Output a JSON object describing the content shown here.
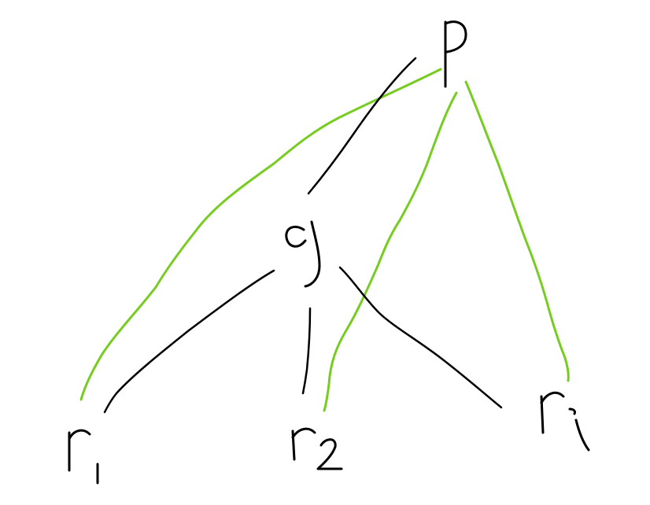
{
  "diagram": {
    "type": "handwritten-tree",
    "colors": {
      "background": "#ffffff",
      "tree_edge": "#000000",
      "highlight_edge": "#77cc22"
    },
    "nodes": [
      {
        "id": "p",
        "label": "P"
      },
      {
        "id": "q",
        "label": "q"
      },
      {
        "id": "r1",
        "label": "r1"
      },
      {
        "id": "r2",
        "label": "r2"
      },
      {
        "id": "ri",
        "label": "ri"
      }
    ],
    "edges": [
      {
        "from": "p",
        "to": "q",
        "color": "black"
      },
      {
        "from": "q",
        "to": "r1",
        "color": "black"
      },
      {
        "from": "q",
        "to": "r2",
        "color": "black"
      },
      {
        "from": "q",
        "to": "ri",
        "color": "black"
      },
      {
        "from": "p",
        "to": "r1",
        "color": "green"
      },
      {
        "from": "p",
        "to": "r2",
        "color": "green"
      },
      {
        "from": "p",
        "to": "ri",
        "color": "green"
      }
    ]
  }
}
